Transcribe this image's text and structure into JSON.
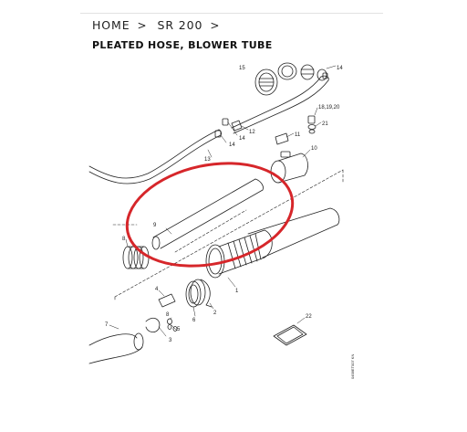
{
  "breadcrumb": {
    "items": [
      "HOME",
      "SR 200"
    ],
    "separator": ">"
  },
  "page": {
    "title": "PLEATED HOSE, BLOWER TUBE"
  },
  "diagram": {
    "part_labels": {
      "p1": "1",
      "p2": "2",
      "p3": "3",
      "p4": "4",
      "p5": "5",
      "p6": "6",
      "p7": "7",
      "p8": "8",
      "p9": "9",
      "p10": "10",
      "p11": "11",
      "p12": "12",
      "p13": "13",
      "p14a": "14",
      "p14b": "14",
      "p14c": "14",
      "p15": "15",
      "p182": "18,19,20",
      "p21": "21",
      "p22": "22"
    },
    "figure_code": "0458ET007 KN",
    "highlight_color": "#d6262a",
    "line_color": "#222222"
  }
}
